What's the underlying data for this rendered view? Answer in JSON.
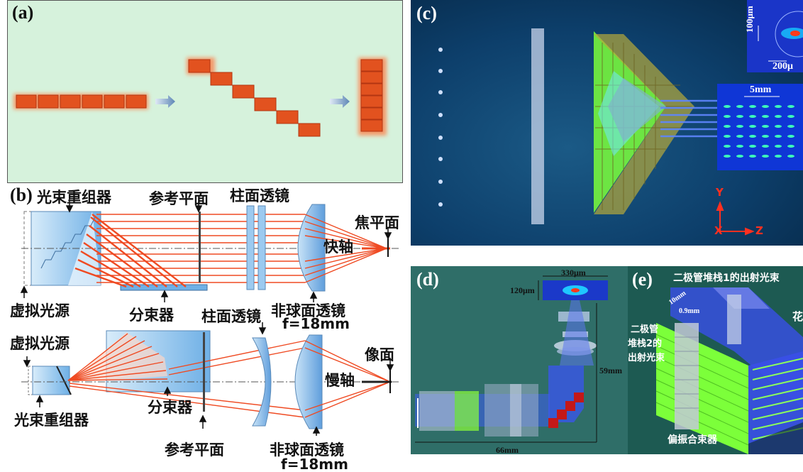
{
  "panels": {
    "a": {
      "label": "(a)"
    },
    "b": {
      "label": "(b)",
      "top": {
        "reorganizer": "光束重组器",
        "ref_plane": "参考平面",
        "cyl_lens": "柱面透镜",
        "focal_plane": "焦平面",
        "fast_axis": "快轴",
        "virtual_source": "虚拟光源",
        "splitter": "分束器",
        "aspheric_lens": "非球面透镜",
        "focal_length": "f=18mm"
      },
      "bottom": {
        "virtual_source": "虚拟光源",
        "cyl_lens": "柱面透镜",
        "image_plane": "像面",
        "slow_axis": "慢轴",
        "splitter": "分束器",
        "reorganizer": "光束重组器",
        "ref_plane": "参考平面",
        "aspheric_lens": "非球面透镜",
        "focal_length": "f=18mm"
      }
    },
    "c": {
      "label": "(c)",
      "inset_top_y": "100μm",
      "inset_top_x": "200μ",
      "inset_bottom": "5mm",
      "axis_y": "Y",
      "axis_z": "Z",
      "axis_x": "X"
    },
    "d": {
      "label": "(d)",
      "spot_width": "330μm",
      "spot_height": "120μm",
      "height": "59mm",
      "length": "66mm"
    },
    "e": {
      "label": "(e)",
      "stack1_beam": "二极管堆栈1的出射光束",
      "stack2_line1": "二极管",
      "stack2_line2": "堆栈2的",
      "stack2_line3": "出射光束",
      "dim1": "10mm",
      "dim2": "0.9mm",
      "pbs": "偏振合束器",
      "cut_text": "花"
    }
  },
  "colors": {
    "bg_a": "#d6f2dc",
    "bg_c": "#0a3a62",
    "bg_d": "#2f6e68",
    "bg_e": "#1d5a52",
    "emitter": "#e2521f",
    "beam_red": "#ef4a22",
    "beam_blue": "#3e6df2",
    "lens_blue": "#8fc4ee",
    "green": "#7cff3a"
  }
}
